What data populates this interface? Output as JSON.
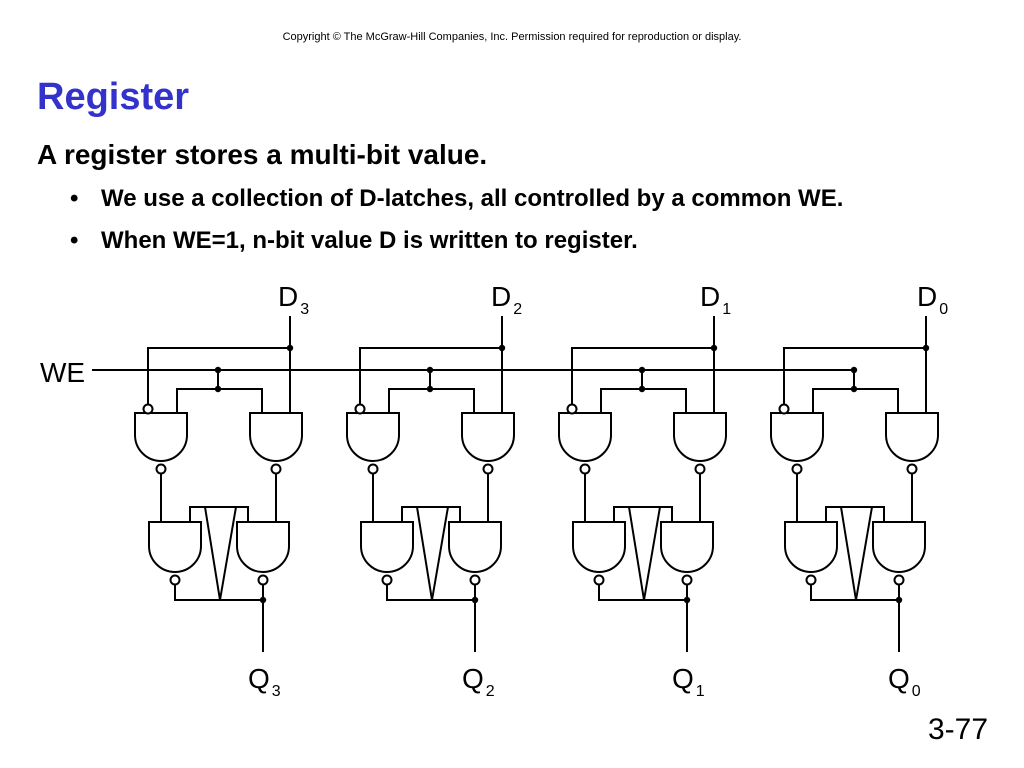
{
  "header": {
    "copyright": "Copyright © The McGraw-Hill Companies, Inc.  Permission required for reproduction or display."
  },
  "slide": {
    "title": "Register",
    "main_point": "A register stores a multi-bit value.",
    "bullets": [
      "We use a collection of D-latches, all controlled by a common WE.",
      "When WE=1, n-bit value D is written to register."
    ],
    "slide_number": "3-77"
  },
  "diagram": {
    "we_label": "WE",
    "bits": [
      {
        "d_base": "D",
        "d_sub": "3",
        "q_base": "Q",
        "q_sub": "3"
      },
      {
        "d_base": "D",
        "d_sub": "2",
        "q_base": "Q",
        "q_sub": "2"
      },
      {
        "d_base": "D",
        "d_sub": "1",
        "q_base": "Q",
        "q_sub": "1"
      },
      {
        "d_base": "D",
        "d_sub": "0",
        "q_base": "Q",
        "q_sub": "0"
      }
    ]
  }
}
